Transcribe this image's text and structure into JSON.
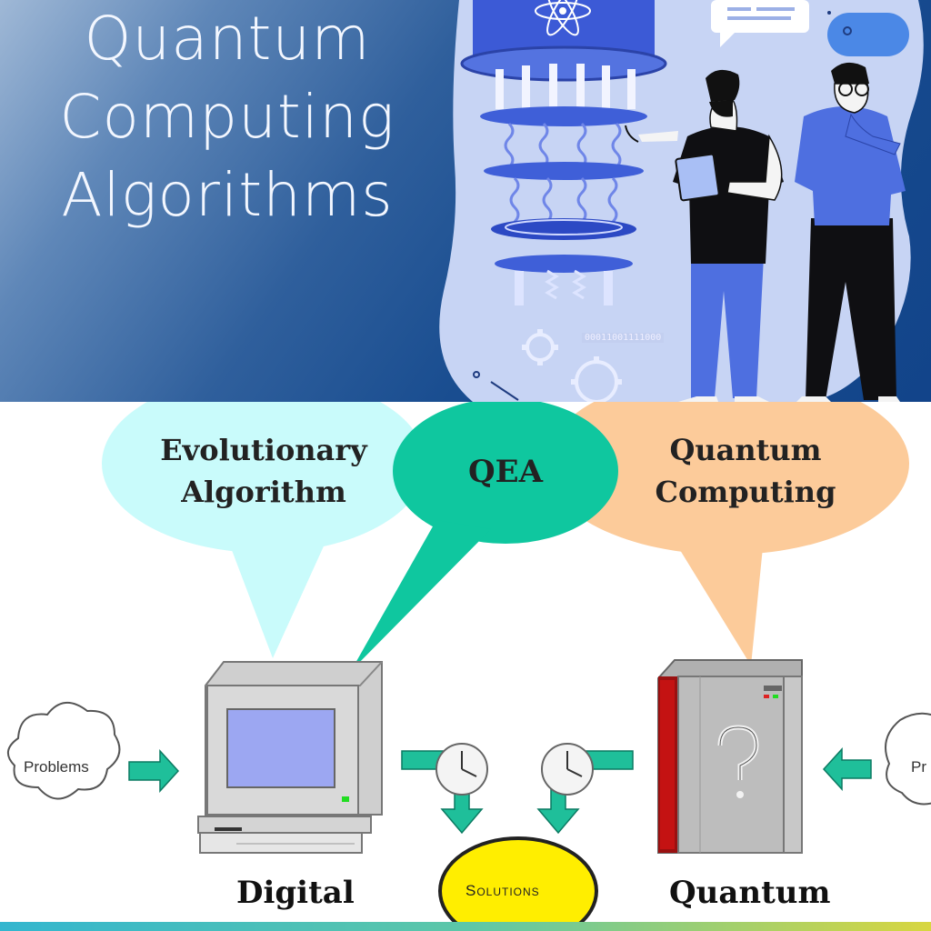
{
  "banner": {
    "title_lines": [
      "Quantum",
      "Computing",
      "Algorithms"
    ],
    "binary_text": "00011001111000"
  },
  "diagram": {
    "bubble_evolutionary": [
      "Evolutionary",
      "Algorithm"
    ],
    "bubble_qea": "QEA",
    "bubble_quantum": [
      "Quantum",
      "Computing"
    ],
    "problems_left": "Problems",
    "problems_right": "Pr",
    "solutions": "Solutions",
    "digital_label": "Digital",
    "quantum_label": "Quantum",
    "colors": {
      "evolutionary_bubble": "#c9fbfb",
      "qea_bubble": "#0fc79f",
      "quantum_bubble": "#fccb9a",
      "arrow": "#1fbf9a",
      "solutions_fill": "#ffee00"
    }
  }
}
